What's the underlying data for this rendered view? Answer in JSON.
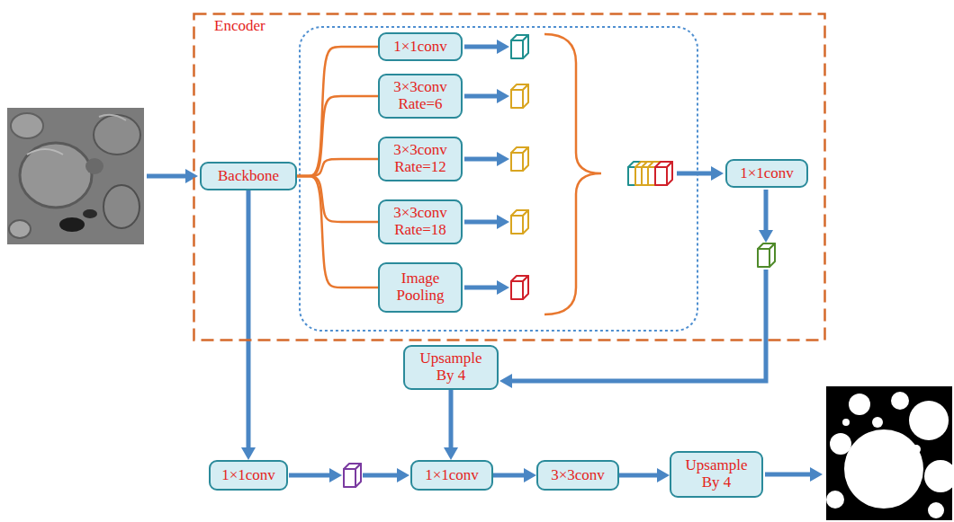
{
  "diagram": {
    "nodes": [
      {
        "text": [
          "Encoder"
        ]
      },
      {
        "text": [
          "Backbone"
        ],
        "in": 0
      },
      {
        "text": [
          "1×1conv"
        ],
        "in": 0
      },
      {
        "text": [
          "3×3conv Rate=6"
        ],
        "in": 0
      },
      {
        "text": [
          "3×3conv Rate=12"
        ],
        "in": 0
      },
      {
        "text": [
          "3×3conv Rate=18"
        ],
        "in": 0
      },
      {
        "text": [
          "Image Pooling"
        ],
        "in": 0
      },
      {
        "text": [
          "1×1conv"
        ],
        "in": 0
      },
      {
        "text": [
          "Upsample By 4"
        ]
      },
      {
        "text": [
          "1×1conv"
        ]
      },
      {
        "text": [
          "1×1conv"
        ]
      },
      {
        "text": [
          "3×3conv"
        ]
      },
      {
        "text": [
          "Upsample By 4"
        ]
      }
    ],
    "edges": [
      {
        "from": 1,
        "to": 9,
        "arrow": "to"
      },
      {
        "from": 1,
        "to": 2,
        "arrow": "none"
      },
      {
        "from": 1,
        "to": 3,
        "arrow": "none"
      },
      {
        "from": 1,
        "to": 4,
        "arrow": "none"
      },
      {
        "from": 1,
        "to": 5,
        "arrow": "none"
      },
      {
        "from": 1,
        "to": 6,
        "arrow": "none"
      },
      {
        "from": 8,
        "to": 10,
        "arrow": "to"
      },
      {
        "from": 10,
        "to": 11,
        "arrow": "to"
      },
      {
        "from": 11,
        "to": 12,
        "arrow": "to"
      }
    ]
  }
}
